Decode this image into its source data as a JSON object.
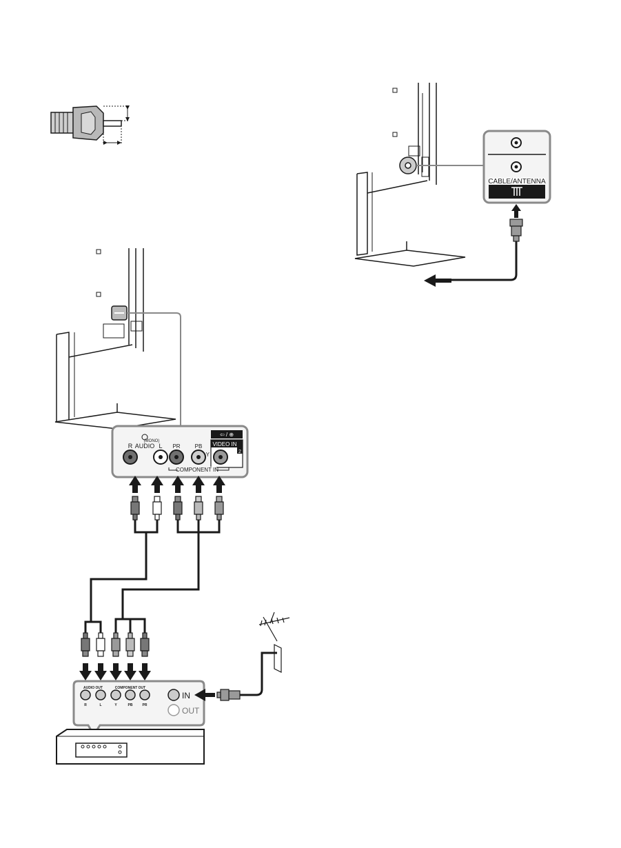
{
  "tv_antenna_panel": {
    "cable_antenna_label": "CABLE/ANTENNA"
  },
  "tv_component_panel": {
    "audio_label": "AUDIO",
    "right_label": "R",
    "left_label": "L",
    "mono_label": "(MONO)",
    "pr_label": "PR",
    "pb_label": "PB",
    "y_label": "Y",
    "video_in_label": "VIDEO IN",
    "video_in_number": "2",
    "component_in_label": "COMPONENT IN"
  },
  "device_panel": {
    "audio_out_label": "AUDIO OUT",
    "component_out_label": "COMPONENT OUT",
    "r_label": "R",
    "l_label": "L",
    "y_label": "Y",
    "pb_label": "PB",
    "pr_label": "PR",
    "in_label": "IN",
    "out_label": "OUT"
  },
  "colors": {
    "line": "#1a1a1a",
    "panel_border": "#8a8a8a",
    "panel_fill": "#f4f4f4",
    "jack_dark": "#707070",
    "jack_light": "#ffffff",
    "plug_gray": "#9a9a9a"
  }
}
